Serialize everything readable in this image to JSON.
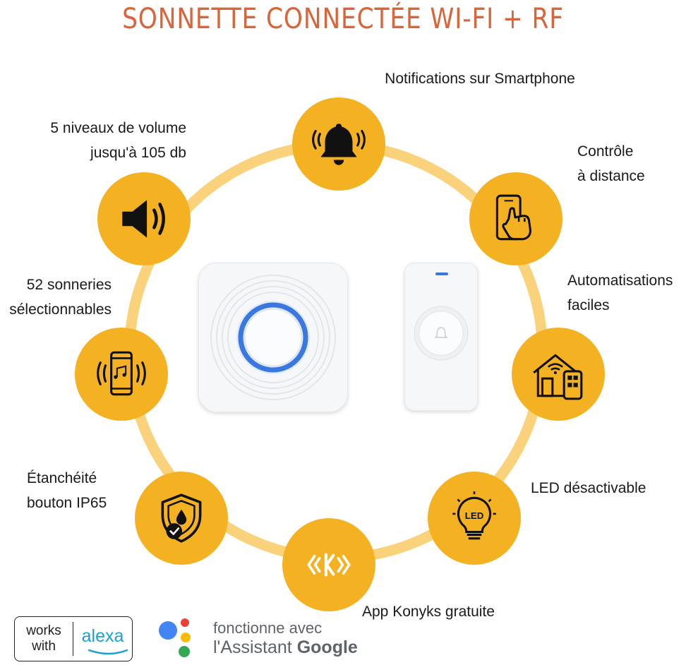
{
  "title": "SONNETTE CONNECTÉE WI-FI + RF",
  "features": {
    "notifications": {
      "line1": "Notifications sur Smartphone",
      "icon": "bell-icon"
    },
    "remote": {
      "line1": "Contrôle",
      "line2": "à distance",
      "icon": "phone-touch-icon"
    },
    "automation": {
      "line1": "Automatisations",
      "line2": "faciles",
      "icon": "smart-home-icon"
    },
    "led": {
      "line1": "LED désactivable",
      "icon": "led-bulb-icon"
    },
    "app": {
      "line1": "App Konyks gratuite",
      "icon": "konyks-logo-icon"
    },
    "waterproof": {
      "line1": "Étanchéité",
      "line2": "bouton IP65",
      "icon": "water-shield-icon"
    },
    "ringtones": {
      "line1": "52 sonneries",
      "line2": "sélectionnables",
      "icon": "phone-music-icon"
    },
    "volume": {
      "line1": "5 niveaux de volume",
      "line2": "jusqu'à 105 db",
      "icon": "speaker-icon"
    }
  },
  "badges": {
    "alexa_works": "works",
    "alexa_with": "with",
    "alexa_brand": "alexa",
    "google_line1": "fonctionne avec",
    "google_line2a": "l'Assistant",
    "google_line2b": "Google"
  },
  "colors": {
    "title": "#d9663a",
    "circle": "#f4b223",
    "ring": "#fad27c",
    "led_ring": "#3a78e0"
  }
}
